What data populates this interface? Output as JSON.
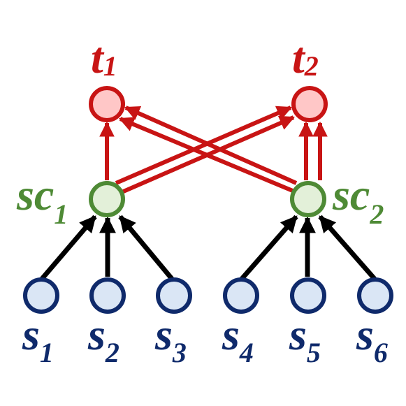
{
  "colors": {
    "source_fill": "#dae6f5",
    "source_stroke": "#0f2a6b",
    "source_text": "#0f2a6b",
    "coordinator_fill": "#e3f0d9",
    "coordinator_stroke": "#4e8a35",
    "coordinator_text": "#4e8a35",
    "target_fill": "#ffc7c7",
    "target_stroke": "#c81414",
    "target_text": "#c81414",
    "black_edge": "#000000",
    "red_edge": "#c81414"
  },
  "labels": {
    "t1": {
      "base": "t",
      "sub": "1"
    },
    "t2": {
      "base": "t",
      "sub": "2"
    },
    "sc1": {
      "base": "sc",
      "sub": "1"
    },
    "sc2": {
      "base": "sc",
      "sub": "2"
    },
    "s1": {
      "base": "s",
      "sub": "1"
    },
    "s2": {
      "base": "s",
      "sub": "2"
    },
    "s3": {
      "base": "s",
      "sub": "3"
    },
    "s4": {
      "base": "s",
      "sub": "4"
    },
    "s5": {
      "base": "s",
      "sub": "5"
    },
    "s6": {
      "base": "s",
      "sub": "6"
    }
  }
}
